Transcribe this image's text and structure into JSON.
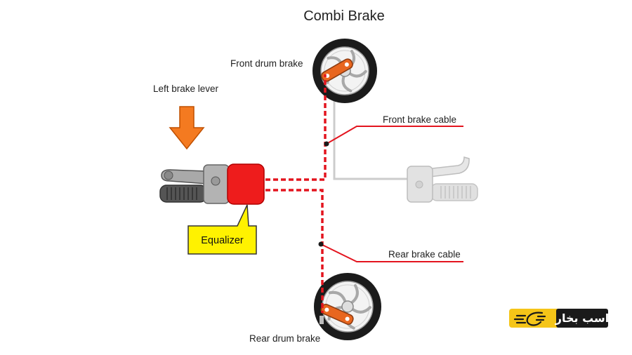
{
  "title": "Combi Brake",
  "labels": {
    "front_drum_brake": "Front drum brake",
    "left_brake_lever": "Left brake lever",
    "front_brake_cable": "Front brake cable",
    "rear_brake_cable": "Rear brake cable",
    "rear_drum_brake": "Rear drum brake",
    "equalizer": "Equalizer"
  },
  "logo": {
    "text": "اسب بخار",
    "icon": "horse-speed-icon"
  },
  "colors": {
    "cable": "#e3141e",
    "equalizer": "#ee1c1c",
    "arrow": "#f47a20",
    "callout": "#fff200",
    "brake_arm": "#e8661f",
    "logo_accent": "#f5c518",
    "logo_dark": "#1a1a1a"
  }
}
